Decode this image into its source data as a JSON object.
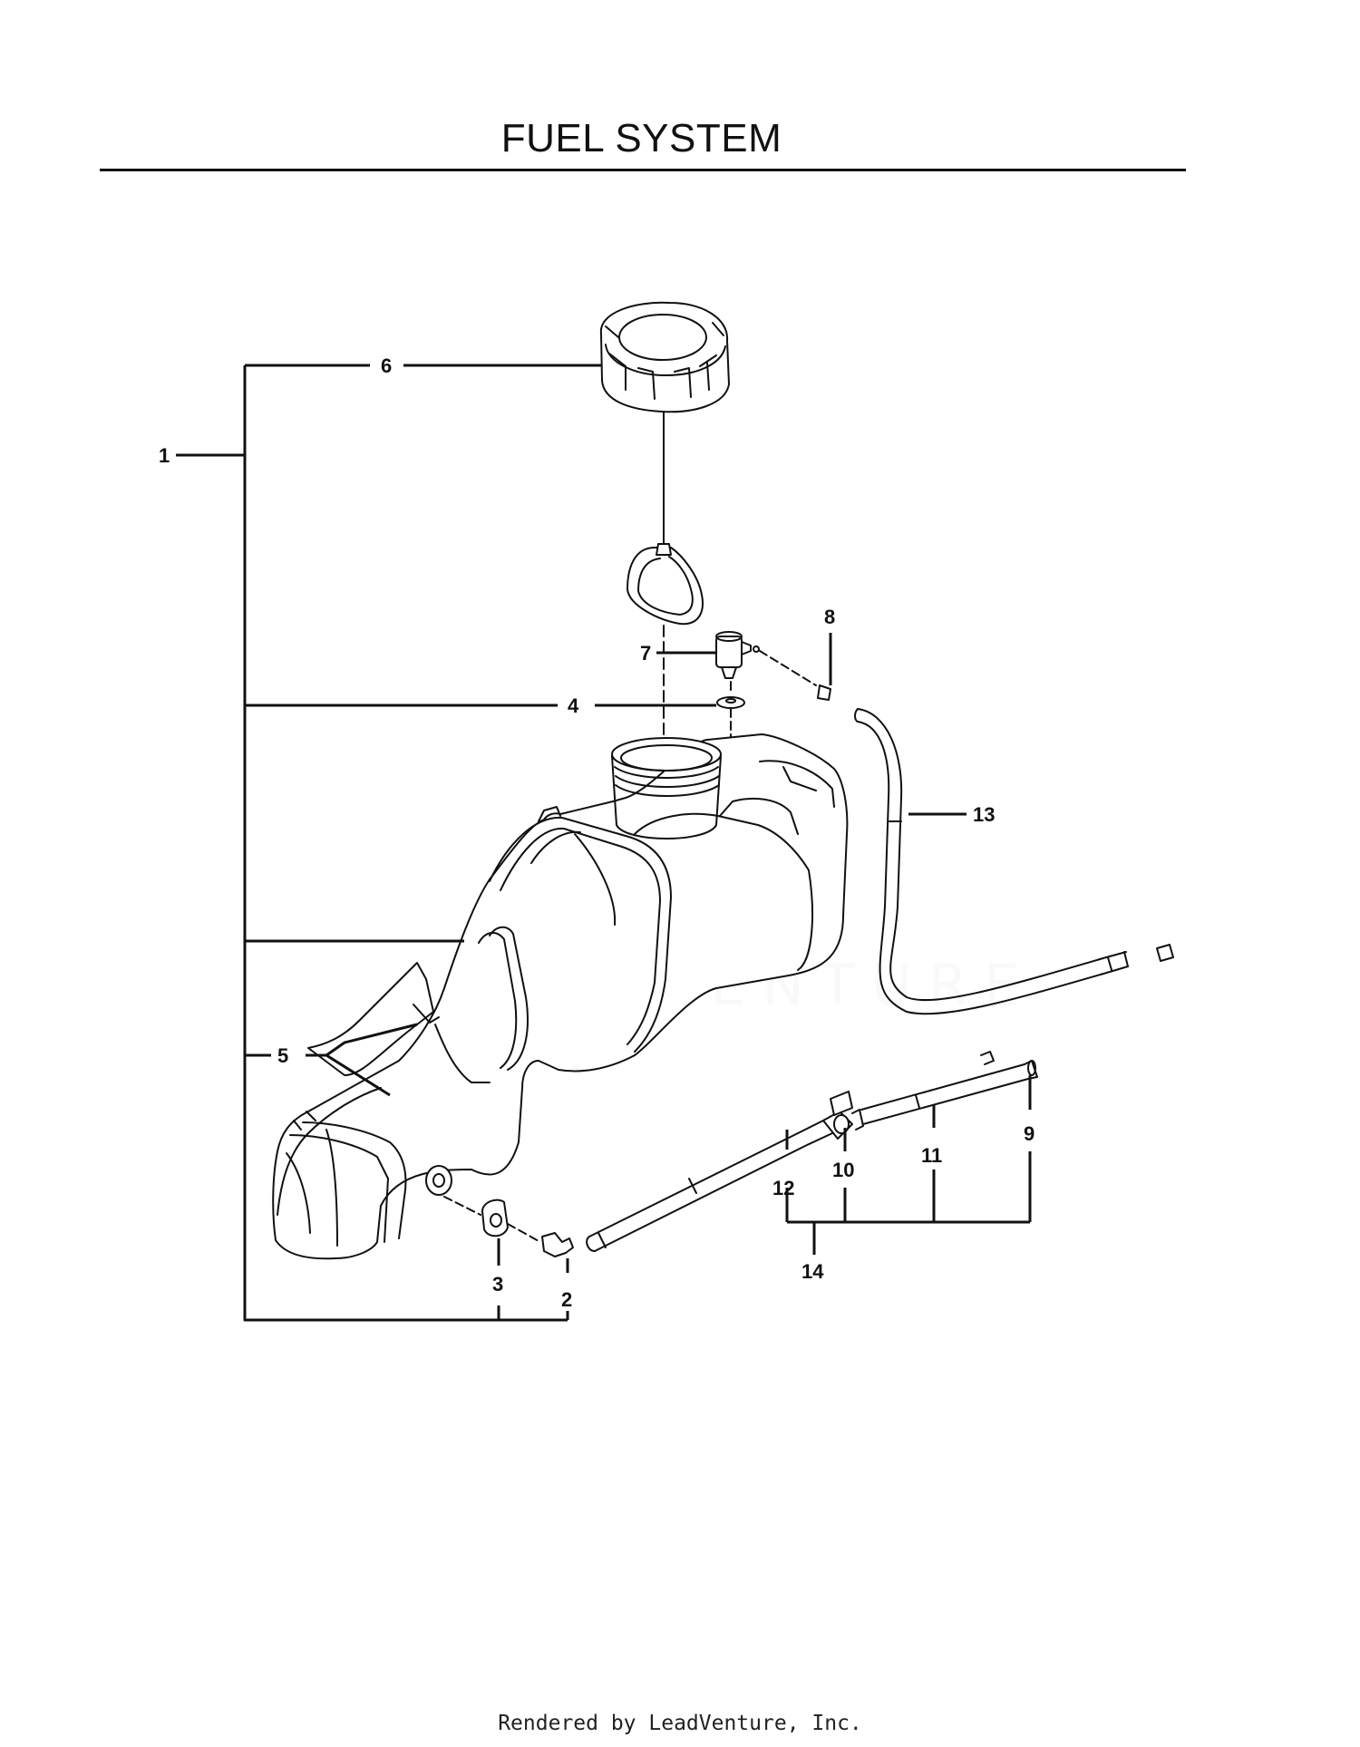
{
  "title": "FUEL SYSTEM",
  "footer": "Rendered by LeadVenture, Inc.",
  "watermark": "LEADVENTURE",
  "callouts": {
    "c1": "1",
    "c2": "2",
    "c3": "3",
    "c4": "4",
    "c5": "5",
    "c6": "6",
    "c7": "7",
    "c8": "8",
    "c9": "9",
    "c10": "10",
    "c11": "11",
    "c12": "12",
    "c13": "13",
    "c14": "14"
  },
  "colors": {
    "line": "#111111",
    "background": "#ffffff"
  }
}
